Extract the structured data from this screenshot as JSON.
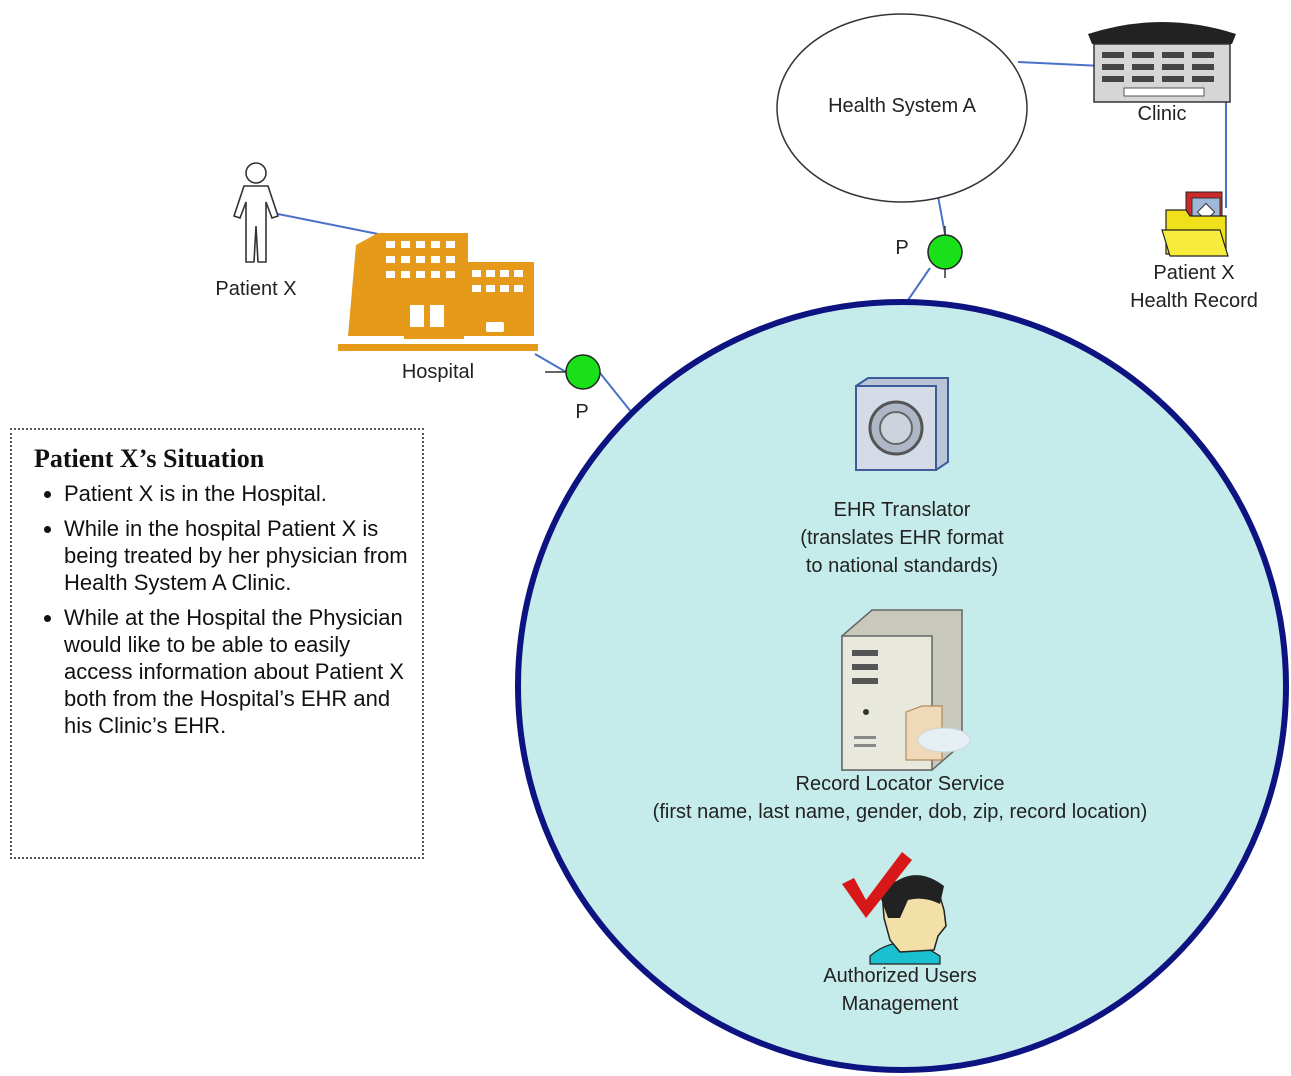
{
  "nodes": {
    "patient": {
      "label": "Patient X"
    },
    "hospital": {
      "label": "Hospital"
    },
    "health_system": {
      "label": "Health System A"
    },
    "clinic": {
      "label": "Clinic"
    },
    "health_record": {
      "label_line1": "Patient X",
      "label_line2": "Health Record"
    },
    "port_hospital": {
      "label": "P"
    },
    "port_health_system": {
      "label": "P"
    }
  },
  "exchange": {
    "ehr_translator": {
      "label_line1": "EHR Translator",
      "label_line2": "(translates EHR format",
      "label_line3": "to national standards)"
    },
    "record_locator": {
      "label_line1": "Record Locator Service",
      "label_line2": "(first name, last name, gender, dob, zip, record location)"
    },
    "authorized_users": {
      "label_line1": "Authorized Users",
      "label_line2": "Management"
    }
  },
  "situation": {
    "title": "Patient X’s Situation",
    "bullets": [
      "Patient X is in the Hospital.",
      "While in the hospital Patient X is being treated by her physician from Health System A Clinic.",
      "While at the Hospital the Physician would like to be able to easily access information about Patient X both from the Hospital’s EHR and his Clinic’s EHR."
    ]
  },
  "colors": {
    "exchange_fill": "#c5ecea",
    "exchange_border": "#0d1380",
    "connector": "#4a72c8",
    "port": "#19e019",
    "hospital": "#e69a1a",
    "folder": "#f0e01a",
    "checkmark": "#d81818"
  }
}
